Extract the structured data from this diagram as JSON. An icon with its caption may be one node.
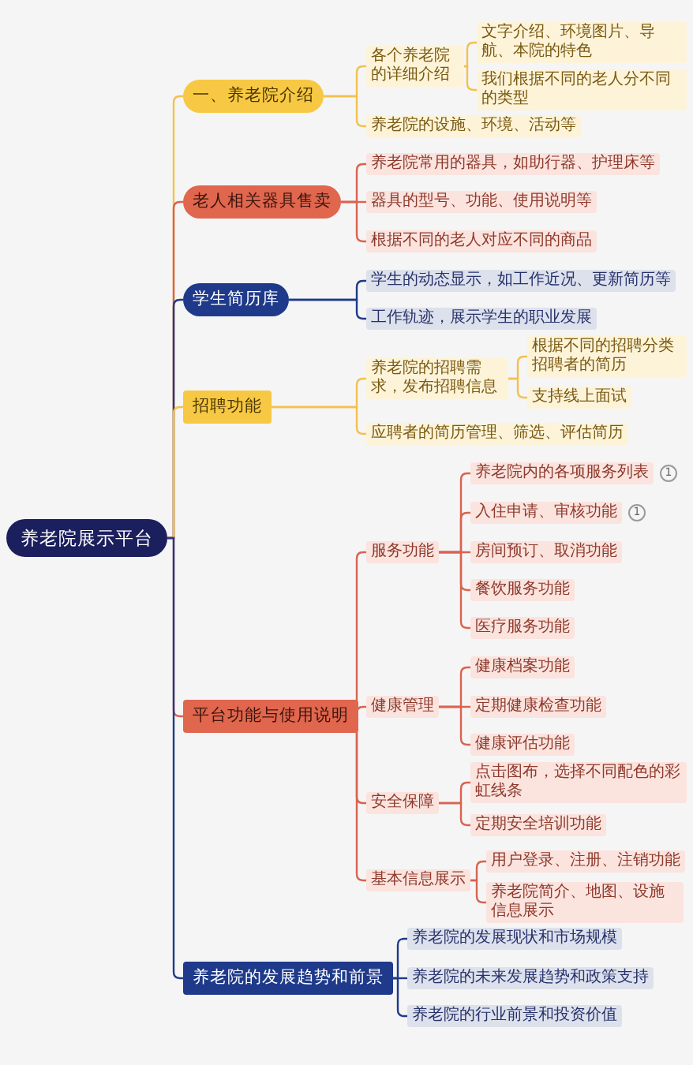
{
  "diagram": {
    "nodes": [
      {
        "text": [
          "养老院展示平台"
        ]
      },
      {
        "text": [
          "一、养老院介绍"
        ]
      },
      {
        "text": [
          "各个养老院的详细介绍"
        ]
      },
      {
        "text": [
          "文字介绍、环境图片、导航、本院的特色"
        ]
      },
      {
        "text": [
          "我们根据不同的老人分不同的类型"
        ]
      },
      {
        "text": [
          "养老院的设施、环境、活动等"
        ]
      },
      {
        "text": [
          "老人相关器具售卖"
        ]
      },
      {
        "text": [
          "养老院常用的器具，如助行器、护理床等"
        ]
      },
      {
        "text": [
          "器具的型号、功能、使用说明等"
        ]
      },
      {
        "text": [
          "根据不同的老人对应不同的商品"
        ]
      },
      {
        "text": [
          "学生简历库"
        ]
      },
      {
        "text": [
          "学生的动态显示，如工作近况、更新简历等"
        ]
      },
      {
        "text": [
          "工作轨迹，展示学生的职业发展"
        ]
      },
      {
        "text": [
          "招聘功能"
        ]
      },
      {
        "text": [
          "养老院的招聘需求，发布招聘信息"
        ]
      },
      {
        "text": [
          "根据不同的招聘分类招聘者的简历"
        ]
      },
      {
        "text": [
          "支持线上面试"
        ]
      },
      {
        "text": [
          "应聘者的简历管理、筛选、评估简历"
        ]
      },
      {
        "text": [
          "平台功能与使用说明"
        ]
      },
      {
        "text": [
          "服务功能"
        ]
      },
      {
        "text": [
          "养老院内的各项服务列表"
        ],
        "beside": [
          "1"
        ]
      },
      {
        "text": [
          "入住申请、审核功能"
        ],
        "beside": [
          "1"
        ]
      },
      {
        "text": [
          "房间预订、取消功能"
        ]
      },
      {
        "text": [
          "餐饮服务功能"
        ]
      },
      {
        "text": [
          "医疗服务功能"
        ]
      },
      {
        "text": [
          "健康管理"
        ]
      },
      {
        "text": [
          "健康档案功能"
        ]
      },
      {
        "text": [
          "定期健康检查功能"
        ]
      },
      {
        "text": [
          "健康评估功能"
        ]
      },
      {
        "text": [
          "安全保障"
        ]
      },
      {
        "text": [
          "点击图布，选择不同配色的彩虹线条"
        ]
      },
      {
        "text": [
          "定期安全培训功能"
        ]
      },
      {
        "text": [
          "基本信息展示"
        ]
      },
      {
        "text": [
          "用户登录、注册、注销功能"
        ]
      },
      {
        "text": [
          "养老院简介、地图、设施信息展示"
        ]
      },
      {
        "text": [
          "养老院的发展趋势和前景"
        ]
      },
      {
        "text": [
          "养老院的发展现状和市场规模"
        ]
      },
      {
        "text": [
          "养老院的未来发展趋势和政策支持"
        ]
      },
      {
        "text": [
          "养老院的行业前景和投资价值"
        ]
      }
    ],
    "edges": [
      {
        "from": 0,
        "to": 1,
        "arrow": "none",
        "color": "#f2c14e"
      },
      {
        "from": 1,
        "to": 2,
        "arrow": "none",
        "color": "#f2c14e"
      },
      {
        "from": 2,
        "to": 3,
        "arrow": "none",
        "color": "#f2c14e"
      },
      {
        "from": 2,
        "to": 4,
        "arrow": "none",
        "color": "#f2c14e"
      },
      {
        "from": 1,
        "to": 5,
        "arrow": "none",
        "color": "#f2c14e"
      },
      {
        "from": 0,
        "to": 6,
        "arrow": "none"
      },
      {
        "from": 6,
        "to": 7,
        "arrow": "none"
      },
      {
        "from": 6,
        "to": 8,
        "arrow": "none"
      },
      {
        "from": 6,
        "to": 9,
        "arrow": "none"
      },
      {
        "from": 0,
        "to": 10,
        "arrow": "none",
        "color": "#1f3a8a"
      },
      {
        "from": 10,
        "to": 11,
        "arrow": "none",
        "color": "#1f3a8a"
      },
      {
        "from": 10,
        "to": 12,
        "arrow": "none",
        "color": "#1f3a8a"
      },
      {
        "from": 0,
        "to": 13,
        "arrow": "none",
        "color": "#f2c14e"
      },
      {
        "from": 13,
        "to": 14,
        "arrow": "none",
        "color": "#f2c14e"
      },
      {
        "from": 14,
        "to": 15,
        "arrow": "none",
        "color": "#f2c14e"
      },
      {
        "from": 14,
        "to": 16,
        "arrow": "none",
        "color": "#f2c14e"
      },
      {
        "from": 13,
        "to": 17,
        "arrow": "none",
        "color": "#f2c14e"
      },
      {
        "from": 0,
        "to": 18,
        "arrow": "none"
      },
      {
        "from": 18,
        "to": 19,
        "arrow": "none"
      },
      {
        "from": 19,
        "to": 20,
        "arrow": "none"
      },
      {
        "from": 19,
        "to": 21,
        "arrow": "none"
      },
      {
        "from": 19,
        "to": 22,
        "arrow": "none"
      },
      {
        "from": 19,
        "to": 23,
        "arrow": "none"
      },
      {
        "from": 19,
        "to": 24,
        "arrow": "none"
      },
      {
        "from": 18,
        "to": 25,
        "arrow": "none"
      },
      {
        "from": 25,
        "to": 26,
        "arrow": "none"
      },
      {
        "from": 25,
        "to": 27,
        "arrow": "none"
      },
      {
        "from": 25,
        "to": 28,
        "arrow": "none"
      },
      {
        "from": 18,
        "to": 29,
        "arrow": "none"
      },
      {
        "from": 29,
        "to": 30,
        "arrow": "none"
      },
      {
        "from": 29,
        "to": 31,
        "arrow": "none"
      },
      {
        "from": 18,
        "to": 32,
        "arrow": "none"
      },
      {
        "from": 32,
        "to": 33,
        "arrow": "none"
      },
      {
        "from": 32,
        "to": 34,
        "arrow": "none"
      },
      {
        "from": 0,
        "to": 35,
        "arrow": "none",
        "color": "#1f3a8a"
      },
      {
        "from": 35,
        "to": 36,
        "arrow": "none",
        "color": "#1f3a8a"
      },
      {
        "from": 35,
        "to": 37,
        "arrow": "none",
        "color": "#1f3a8a"
      },
      {
        "from": 35,
        "to": 38,
        "arrow": "none",
        "color": "#1f3a8a"
      }
    ]
  }
}
